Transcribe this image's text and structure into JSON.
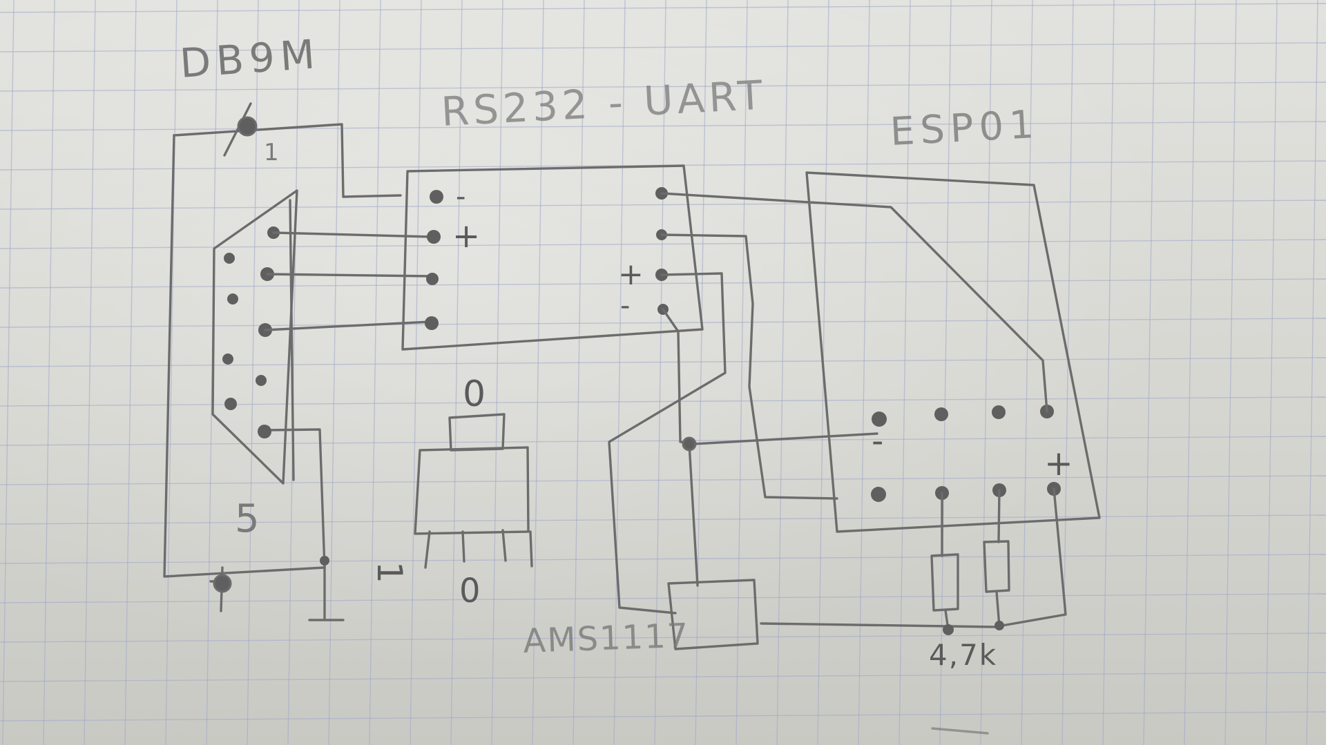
{
  "labels": {
    "connector": "DB9M",
    "converter": "RS232 - UART",
    "module": "ESP01",
    "regulator": "AMS1117",
    "resistor_value": "4,7k",
    "pin_one": "1",
    "pin_five": "5",
    "minus": "-",
    "plus": "+",
    "reg_top_pin": "0",
    "reg_bottom_pin": "0",
    "reg_left_pin": "1"
  }
}
